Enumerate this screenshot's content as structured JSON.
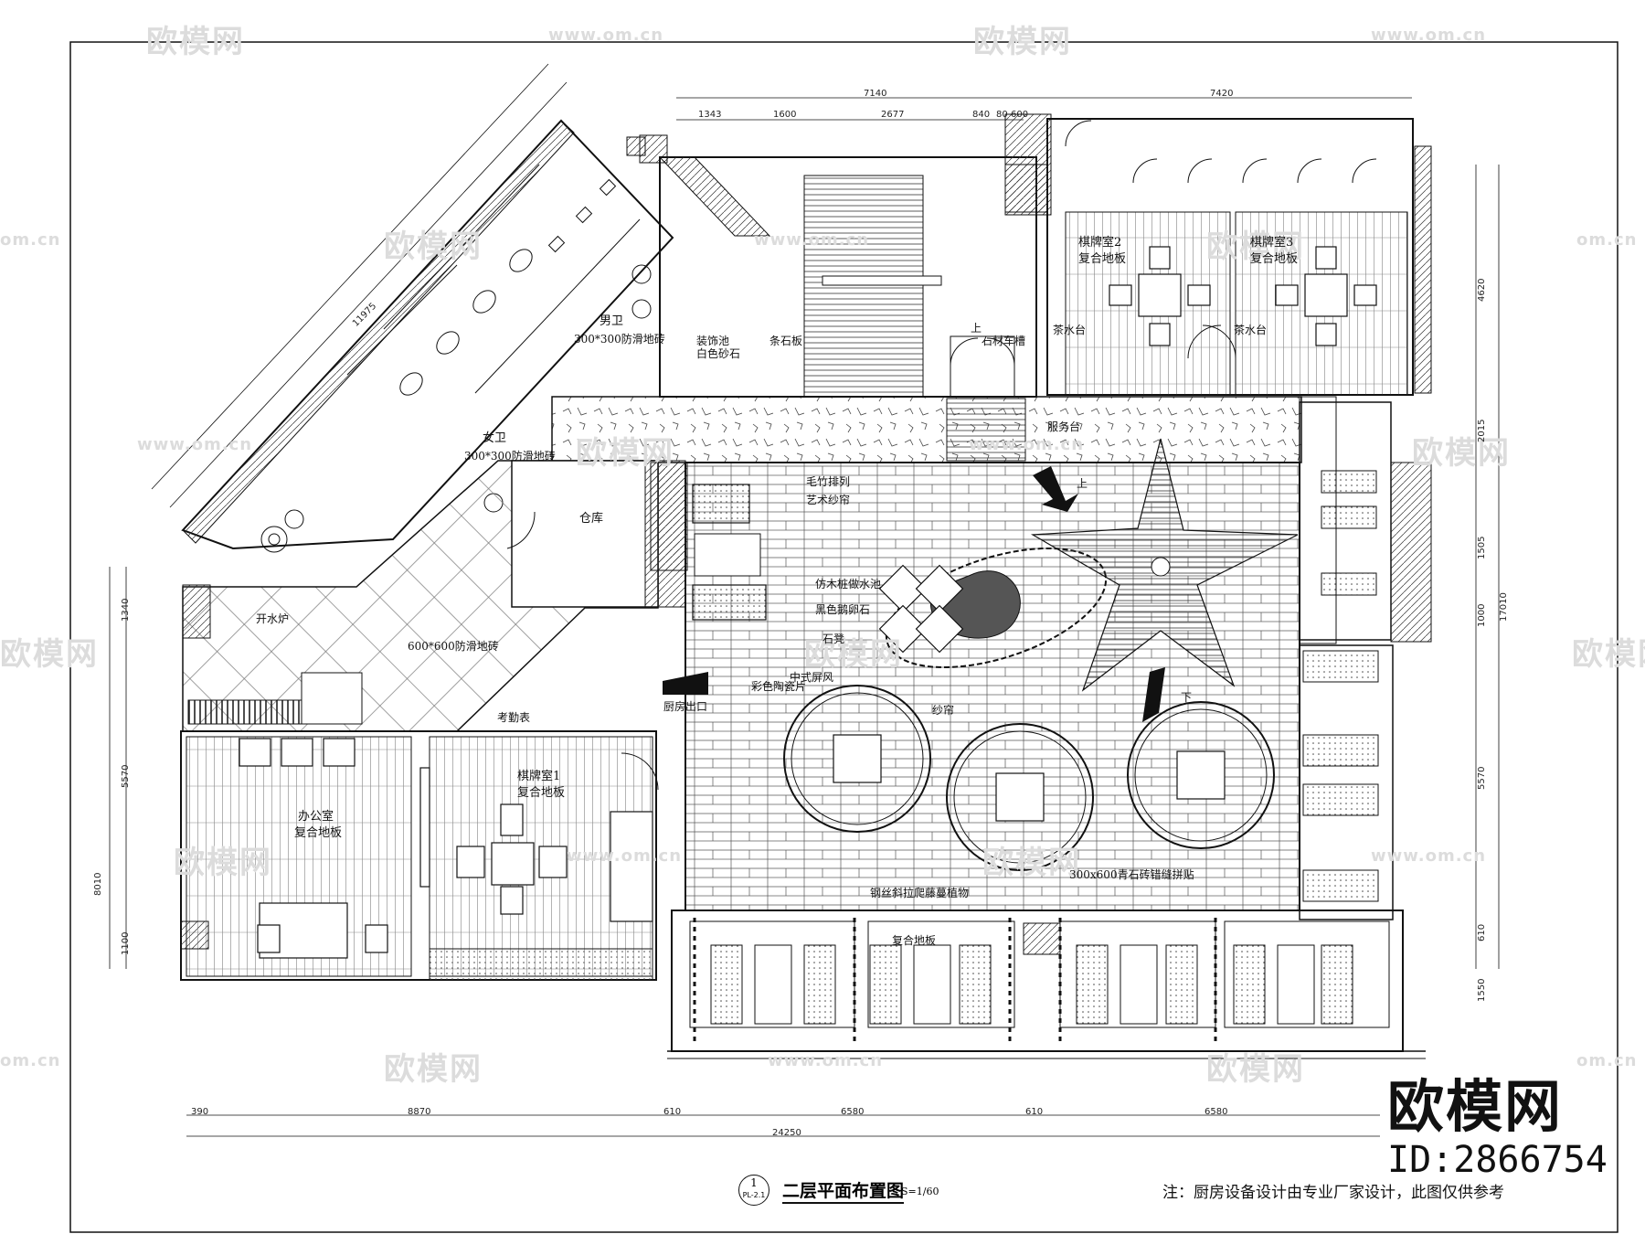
{
  "drawing": {
    "title": "二层平面布置图",
    "scale": "S=1/60",
    "number": "1",
    "code": "PL-2.1",
    "note": "注：厨房设备设计由专业厂家设计，此图仅供参考"
  },
  "brand": {
    "logo_text": "欧模网",
    "id_text": "ID:2866754"
  },
  "watermark": {
    "logo": "欧模网",
    "url": "www.om.cn",
    "url_short": "om.cn"
  },
  "rooms": {
    "mens_wc": "男卫",
    "mens_wc_floor": "300*300防滑地砖",
    "womens_wc": "女卫",
    "womens_wc_floor": "300*300防滑地砖",
    "storage": "仓库",
    "boiler": "开水炉",
    "kitchen_floor": "600*600防滑地砖",
    "attendance": "考勤表",
    "kitchen_exit": "厨房出口",
    "office": "办公室",
    "office_floor": "复合地板",
    "chess1": "棋牌室1",
    "chess1_floor": "复合地板",
    "chess2": "棋牌室2",
    "chess2_floor": "复合地板",
    "chess3": "棋牌室3",
    "chess3_floor": "复合地板",
    "tea_counter_a": "茶水台",
    "tea_counter_b": "茶水台",
    "service_counter": "服务台"
  },
  "annotations": {
    "decor_pool": "装饰池",
    "white_gravel": "白色砂石",
    "stone_slab": "条石板",
    "stone_rail": "石材车槽",
    "up_mark": "上",
    "bamboo_fence": "毛竹排列",
    "art_curtain": "艺术纱帘",
    "wood_pool": "仿木桩做水池",
    "black_stone": "黑色鹅卵石",
    "stone_seat": "石凳",
    "colored_tile": "彩色陶瓷片",
    "chinese_screen": "中式屏风",
    "gauze": "纱帘",
    "floor_pave": "300x600青石砖错缝拼贴",
    "vine_support": "钢丝斜拉爬藤蔓植物",
    "composite_floor": "复合地板",
    "up_arrow": "上",
    "down_arrow": "下"
  },
  "dimensions": {
    "top_segments": [
      "1343",
      "1600",
      "2677",
      "840",
      "80",
      "600"
    ],
    "top_total_left": "7140",
    "top_total_right": "7420",
    "diagonal": "11975",
    "left": [
      "1340",
      "5570",
      "1100"
    ],
    "left_total": "8010",
    "right": [
      "4620",
      "2015",
      "1505",
      "1000",
      "5570",
      "610",
      "1550"
    ],
    "right_total": "17010",
    "bottom": [
      "390",
      "8870",
      "610",
      "6580",
      "610",
      "6580"
    ],
    "bottom_total": "24250"
  }
}
